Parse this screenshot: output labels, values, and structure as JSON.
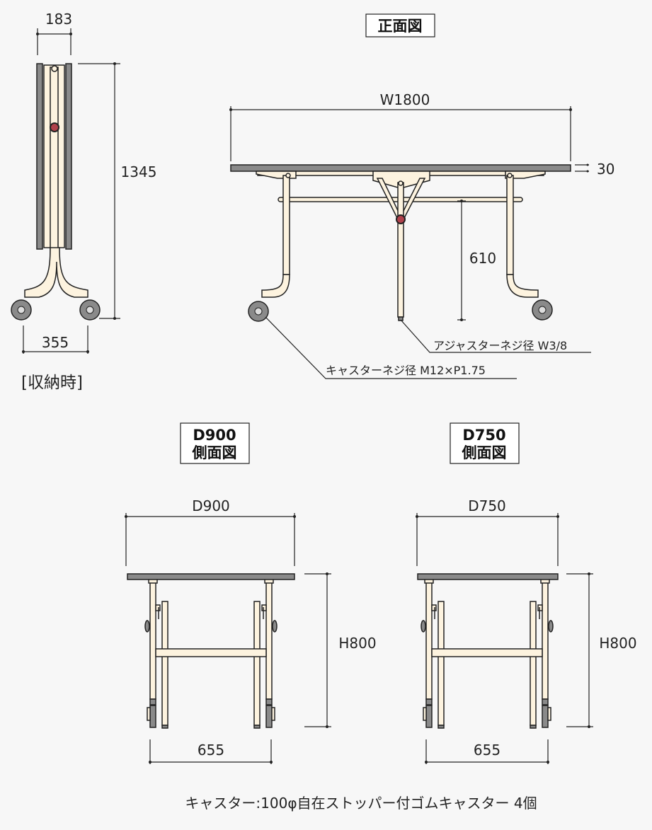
{
  "folded": {
    "width": "183",
    "height": "1345",
    "base": "355",
    "label": "[収納時]"
  },
  "front": {
    "title": "正面図",
    "width": "W1800",
    "top_thickness": "30",
    "leg_height": "610",
    "adjuster_note": "アジャスターネジ径 W3/8",
    "caster_note": "キャスターネジ径 M12×P1.75"
  },
  "side900": {
    "title_line1": "D900",
    "title_line2": "側面図",
    "depth": "D900",
    "height": "H800",
    "leg_span": "655"
  },
  "side750": {
    "title_line1": "D750",
    "title_line2": "側面図",
    "depth": "D750",
    "height": "H800",
    "leg_span": "655"
  },
  "caption": "キャスター:100φ自在ストッパー付ゴムキャスター 4個",
  "colors": {
    "frame": "#fdf3df",
    "top": "#8a8a8a",
    "pivot": "#b0414b"
  }
}
